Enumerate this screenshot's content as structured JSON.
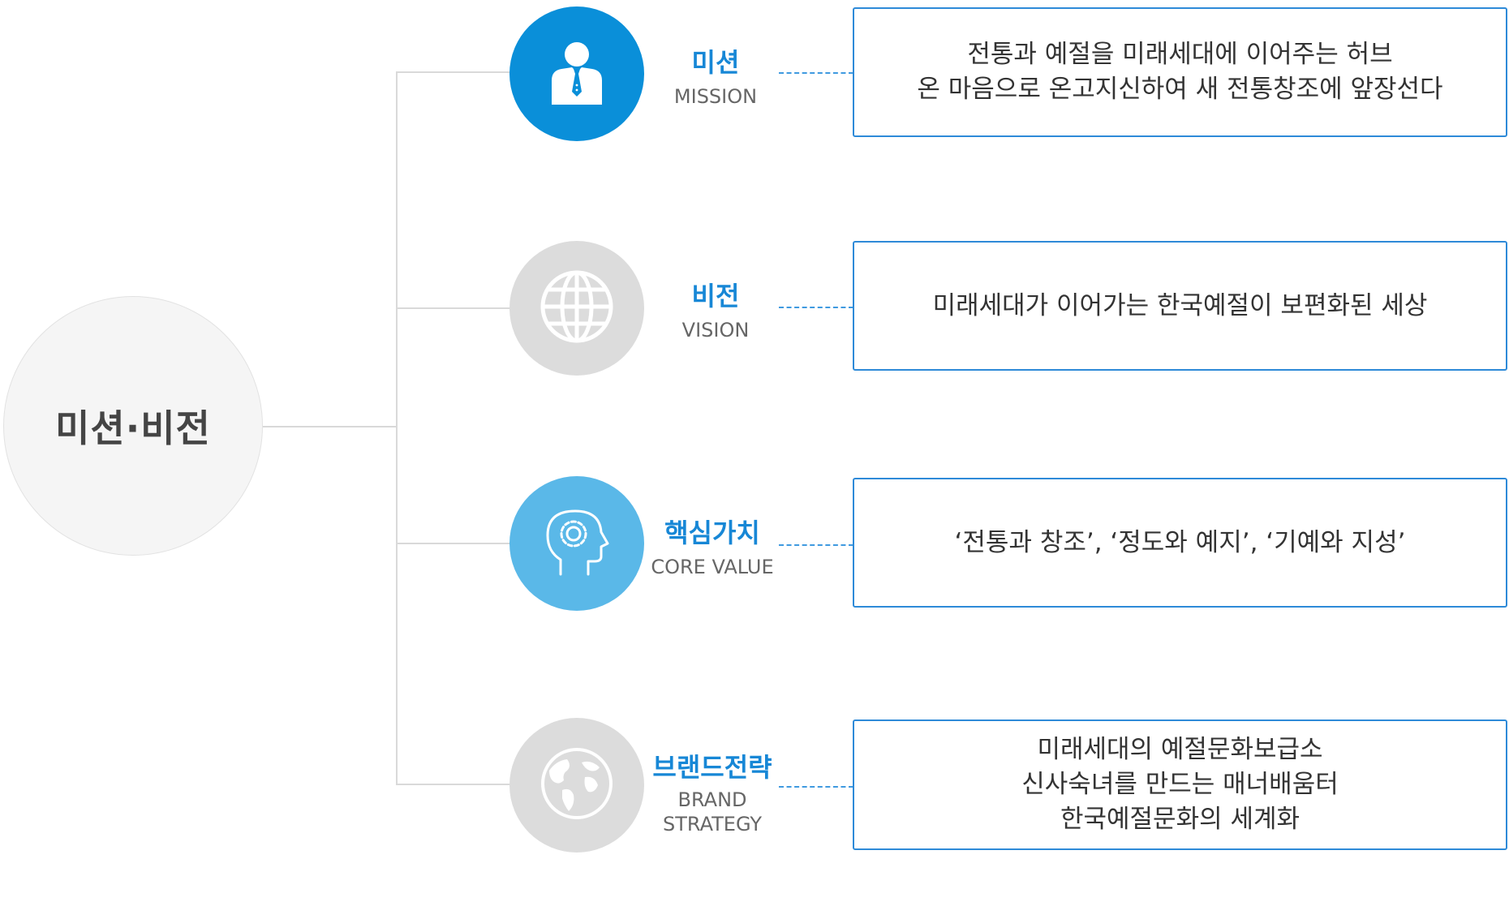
{
  "center": {
    "label": "미션·비전"
  },
  "colors": {
    "blue_dark": "#0a8fd9",
    "blue_light": "#5ab8e8",
    "gray": "#dcdcdc",
    "accent_text": "#1787d6",
    "box_border": "#2e8ad8"
  },
  "items": [
    {
      "icon": "businessman-icon",
      "title": "미션",
      "subtitle": [
        "MISSION"
      ],
      "lines": [
        "전통과 예절을 미래세대에 이어주는 허브",
        "온 마음으로 온고지신하여 새 전통창조에 앞장선다"
      ]
    },
    {
      "icon": "globe-grid-icon",
      "title": "비전",
      "subtitle": [
        "VISION"
      ],
      "lines": [
        "미래세대가 이어가는 한국예절이 보편화된 세상"
      ]
    },
    {
      "icon": "head-gear-icon",
      "title": "핵심가치",
      "subtitle": [
        "CORE VALUE"
      ],
      "lines": [
        "‘전통과 창조’, ‘정도와 예지’, ‘기예와 지성’"
      ]
    },
    {
      "icon": "world-map-icon",
      "title": "브랜드전략",
      "subtitle": [
        "BRAND",
        "STRATEGY"
      ],
      "lines": [
        "미래세대의 예절문화보급소",
        "신사숙녀를 만드는 매너배움터",
        "한국예절문화의 세계화"
      ]
    }
  ]
}
